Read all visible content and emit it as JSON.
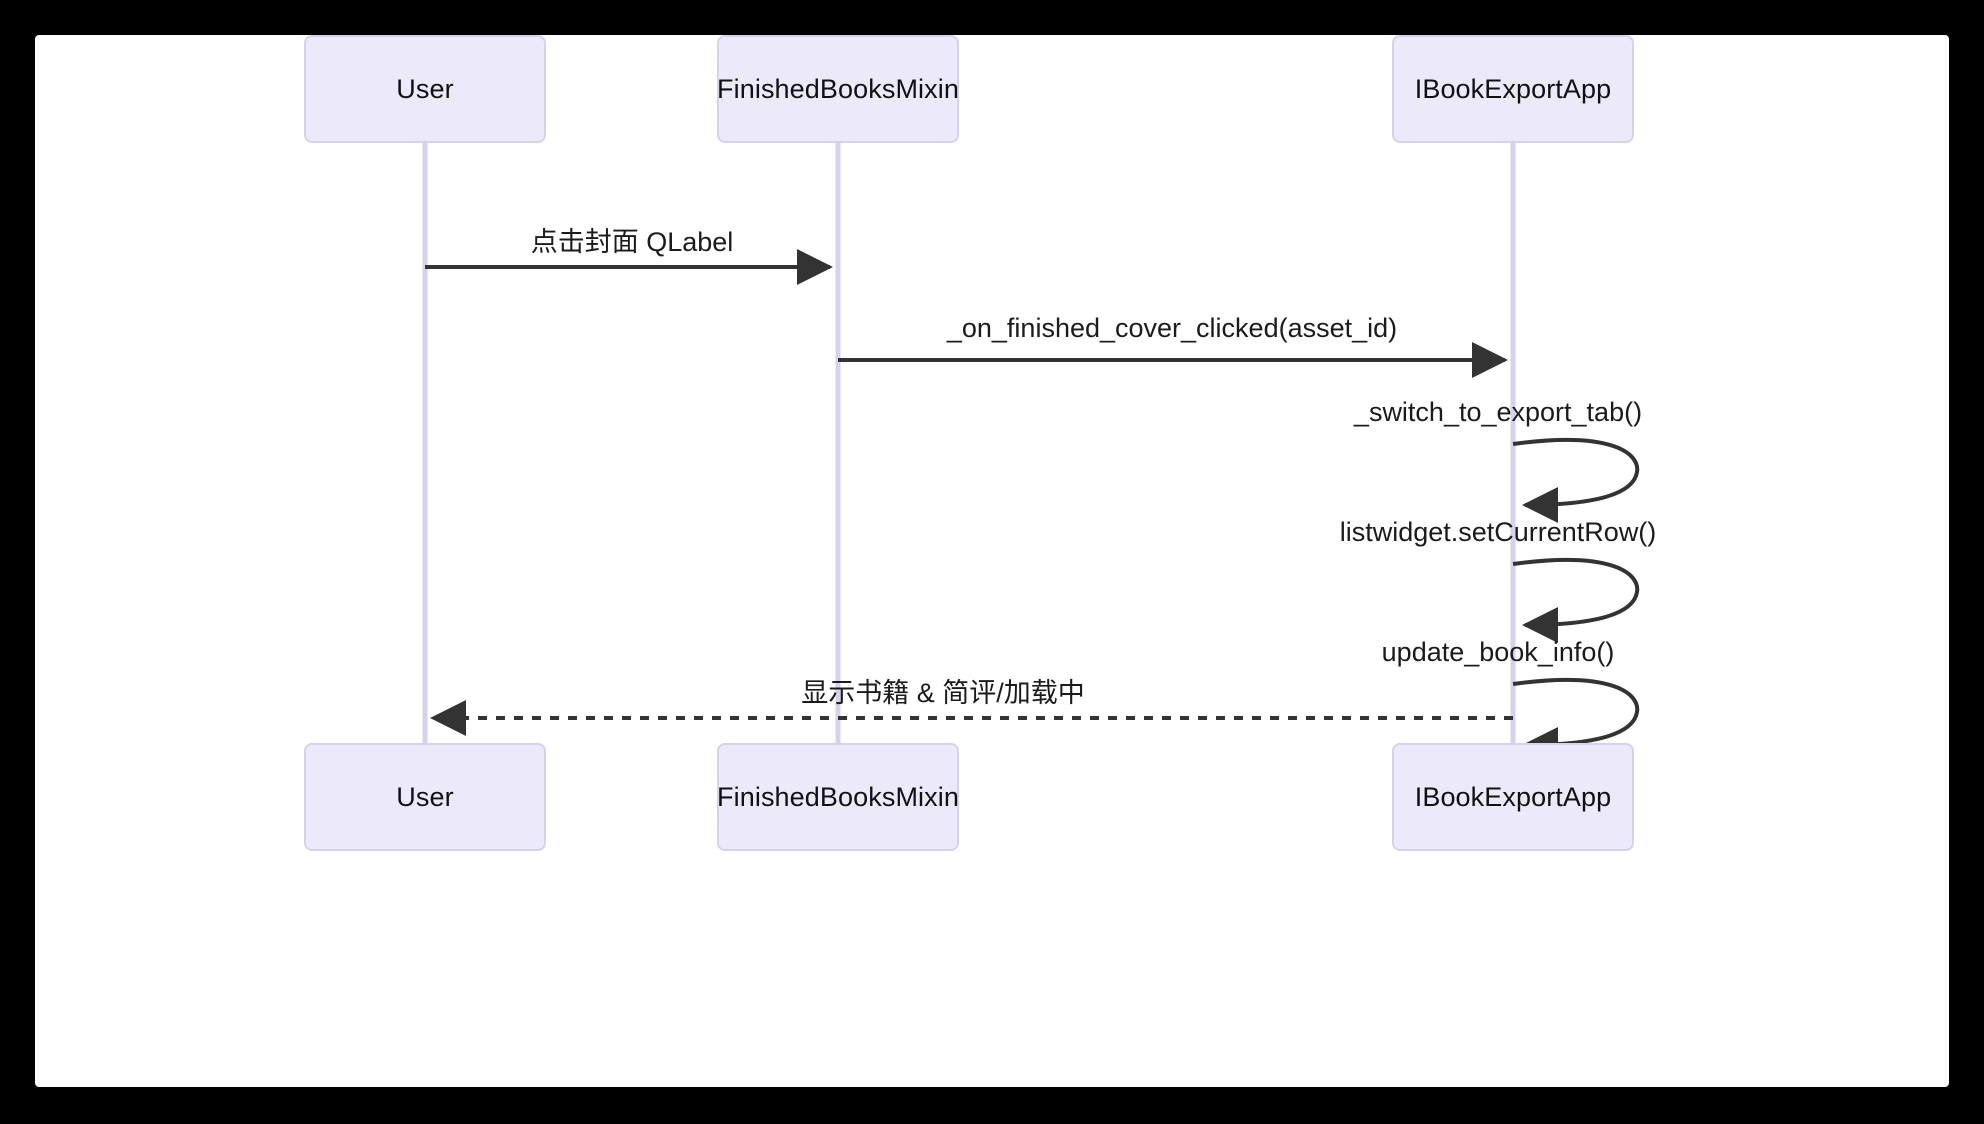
{
  "diagram": {
    "type": "sequence-diagram",
    "background_color": "#000000",
    "canvas_color": "#ffffff",
    "participant_fill": "#ECEAFA",
    "participant_border": "#D6D2EE",
    "lifeline_color": "#D6D2EE",
    "arrow_color": "#333333",
    "text_color": "#1b1b1b",
    "participants": [
      {
        "id": "user",
        "label": "User"
      },
      {
        "id": "mixin",
        "label": "FinishedBooksMixin"
      },
      {
        "id": "app",
        "label": "IBookExportApp"
      }
    ],
    "messages": [
      {
        "index": 1,
        "from": "user",
        "to": "mixin",
        "label": "点击封面 QLabel",
        "style": "solid",
        "kind": "call"
      },
      {
        "index": 2,
        "from": "mixin",
        "to": "app",
        "label": "_on_finished_cover_clicked(asset_id)",
        "style": "solid",
        "kind": "call"
      },
      {
        "index": 3,
        "from": "app",
        "to": "app",
        "label": "_switch_to_export_tab()",
        "style": "solid",
        "kind": "self"
      },
      {
        "index": 4,
        "from": "app",
        "to": "app",
        "label": "listwidget.setCurrentRow()",
        "style": "solid",
        "kind": "self"
      },
      {
        "index": 5,
        "from": "app",
        "to": "app",
        "label": "update_book_info()",
        "style": "solid",
        "kind": "self"
      },
      {
        "index": 6,
        "from": "app",
        "to": "user",
        "label": "显示书籍 & 简评/加载中",
        "style": "dotted",
        "kind": "return"
      }
    ]
  }
}
